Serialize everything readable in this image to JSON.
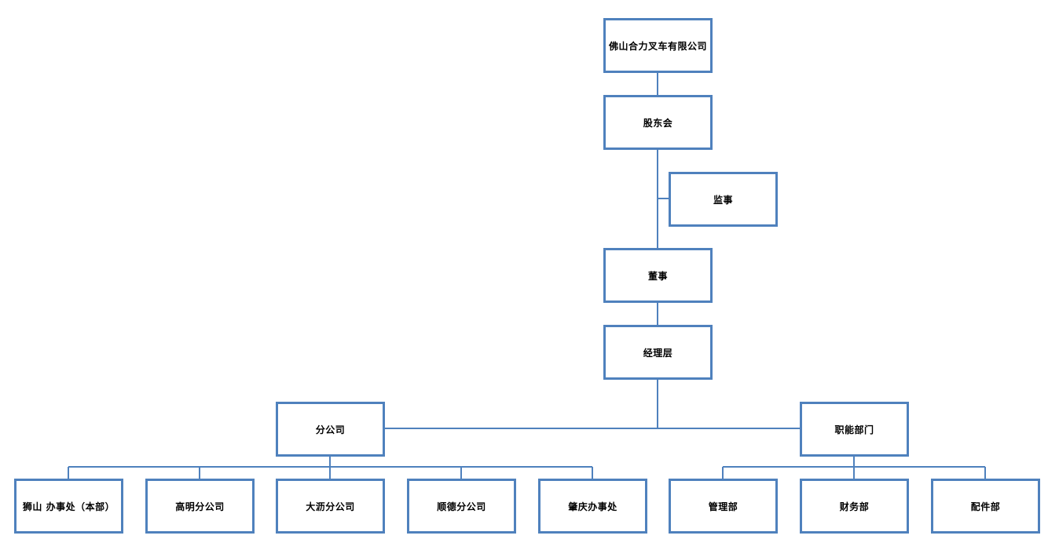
{
  "org_chart": {
    "company": "佛山合力叉车有限公司",
    "shareholders": "股东会",
    "supervisor": "监事",
    "board": "董事",
    "management": "经理层",
    "branches": {
      "label": "分公司",
      "children": [
        "狮山 办事处（本部）",
        "高明分公司",
        "大沥分公司",
        "顺德分公司",
        "肇庆办事处"
      ]
    },
    "functional_departments": {
      "label": "职能部门",
      "children": [
        "管理部",
        "财务部",
        "配件部"
      ]
    }
  },
  "colors": {
    "border": "#4f81bd",
    "connector": "#4f81bd",
    "text": "#000000",
    "background": "#ffffff"
  }
}
